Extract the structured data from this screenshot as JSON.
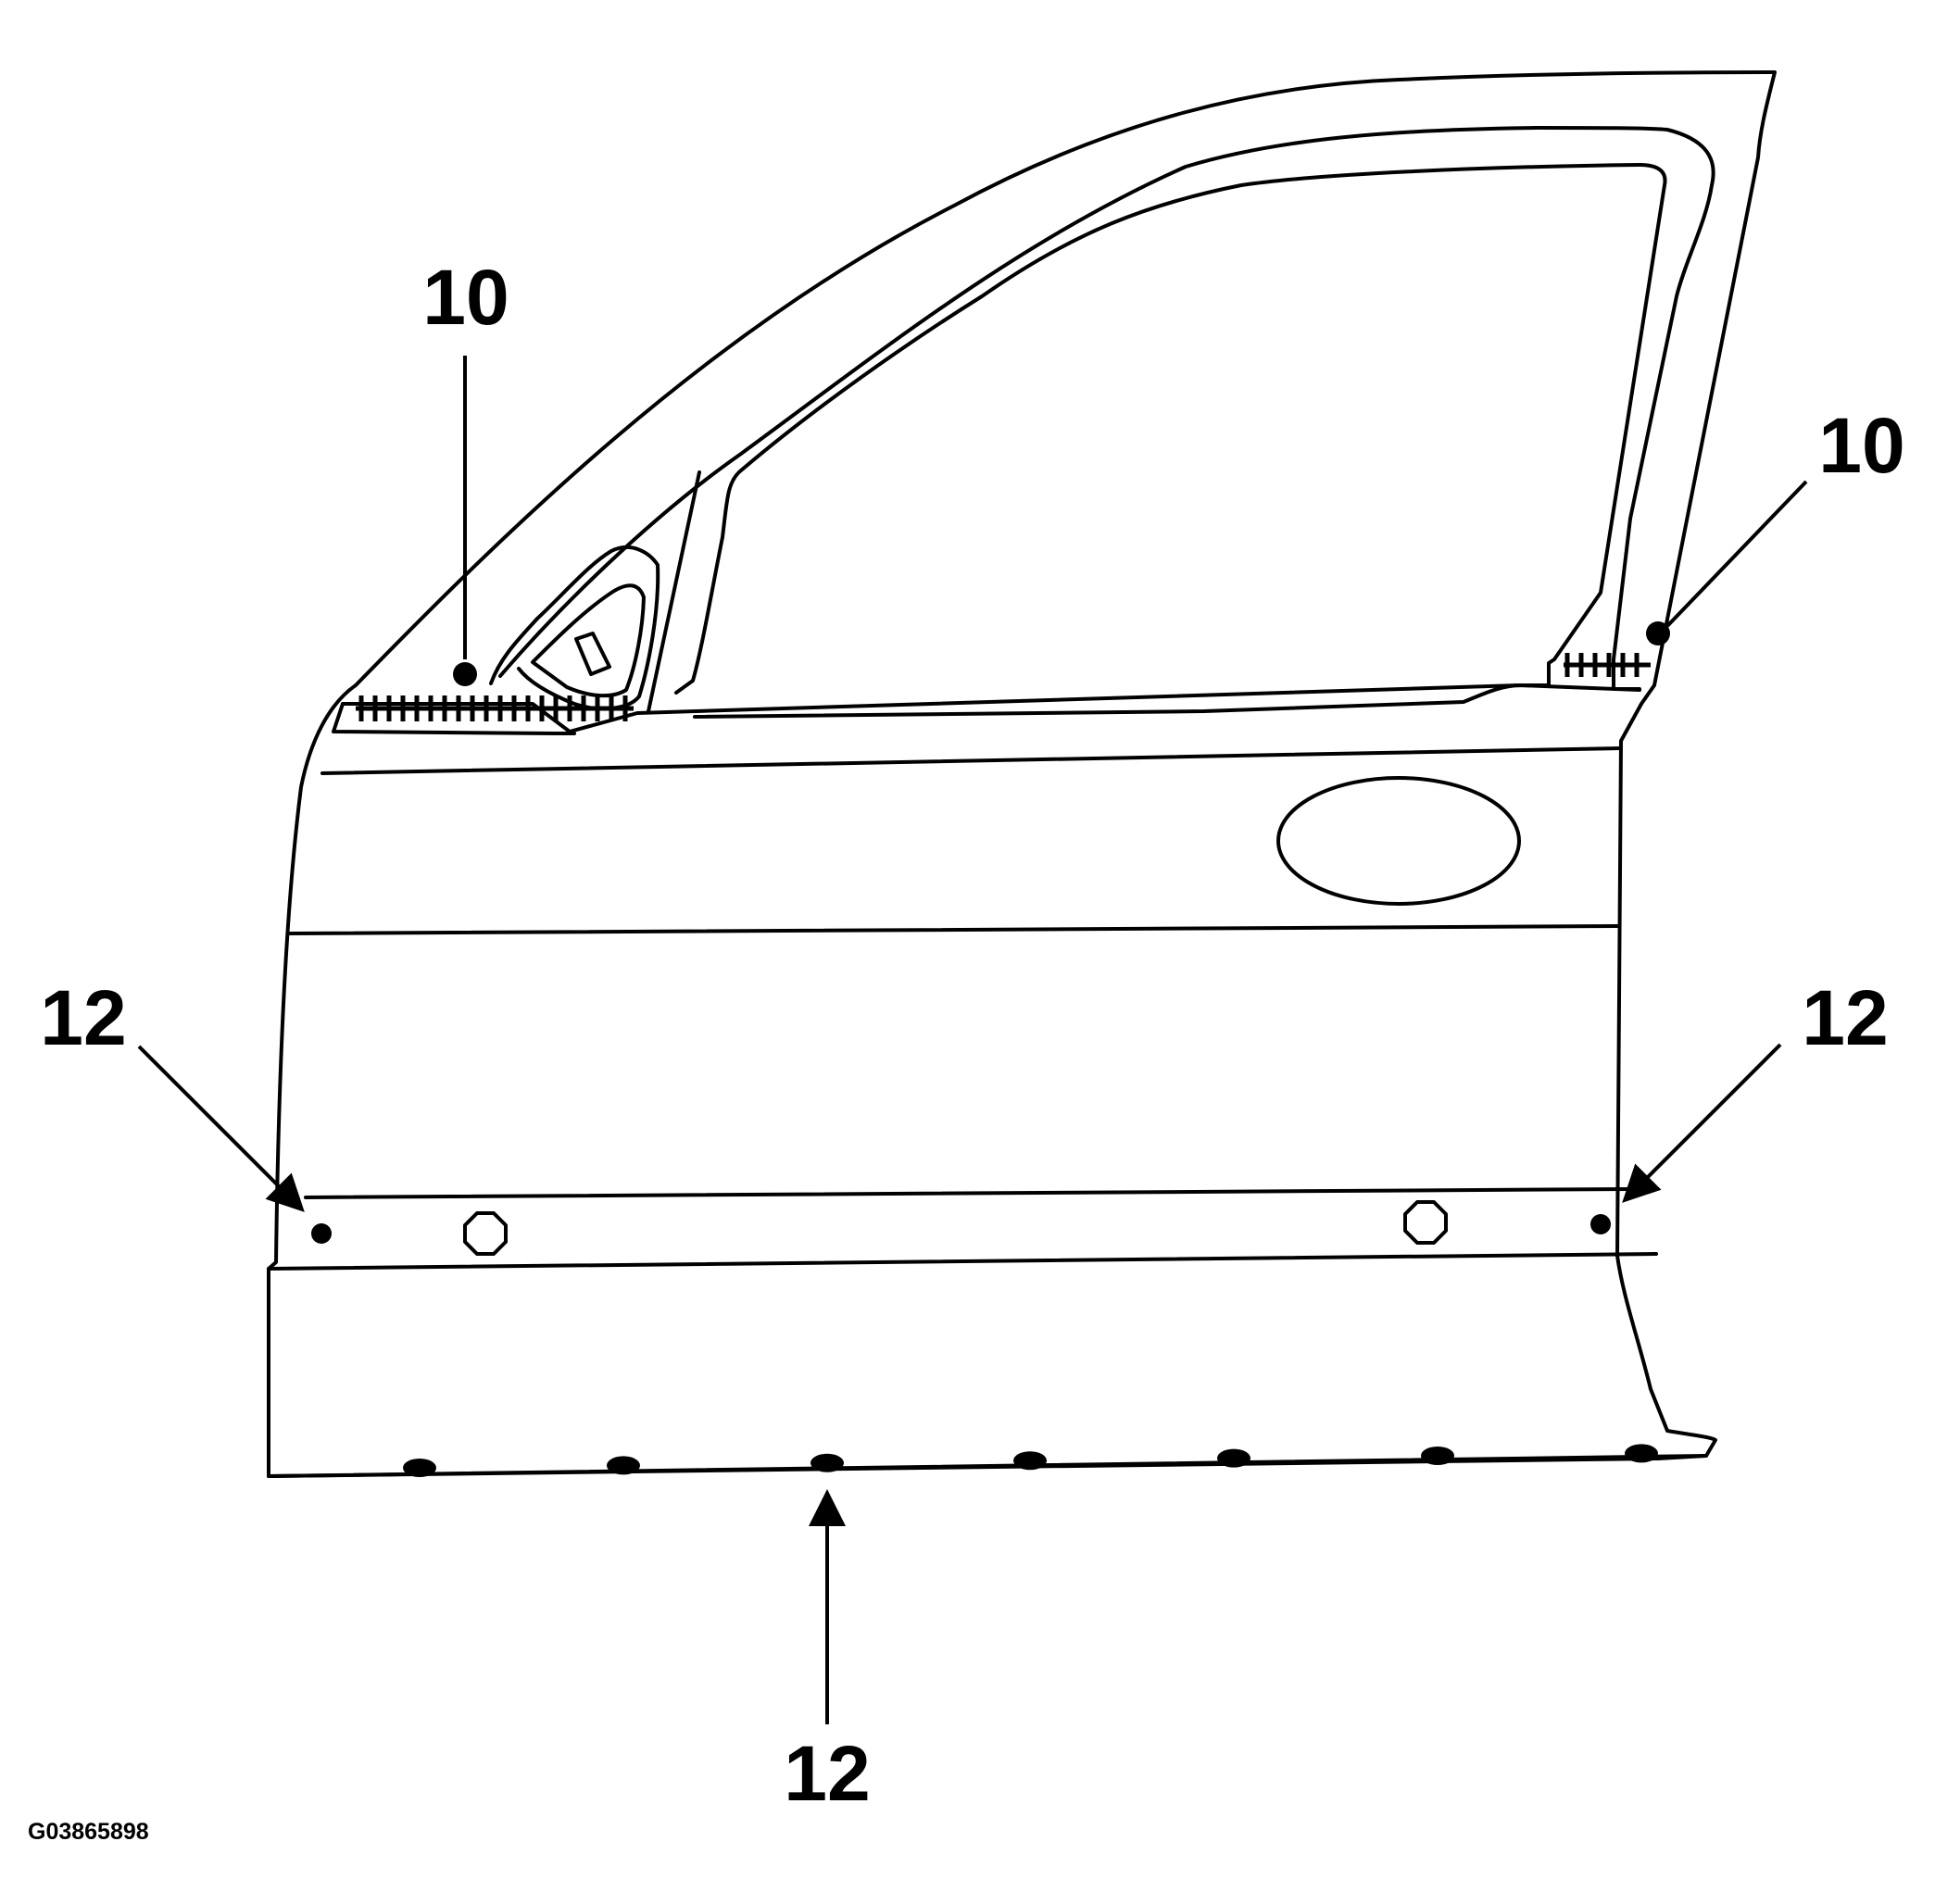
{
  "callouts": {
    "a_pillar_top": "10",
    "b_pillar_top": "10",
    "left_lower": "12",
    "right_lower": "12",
    "bottom_edge": "12"
  },
  "figure_id": "G03865898",
  "colors": {
    "line": "#000000",
    "background": "#ffffff"
  }
}
